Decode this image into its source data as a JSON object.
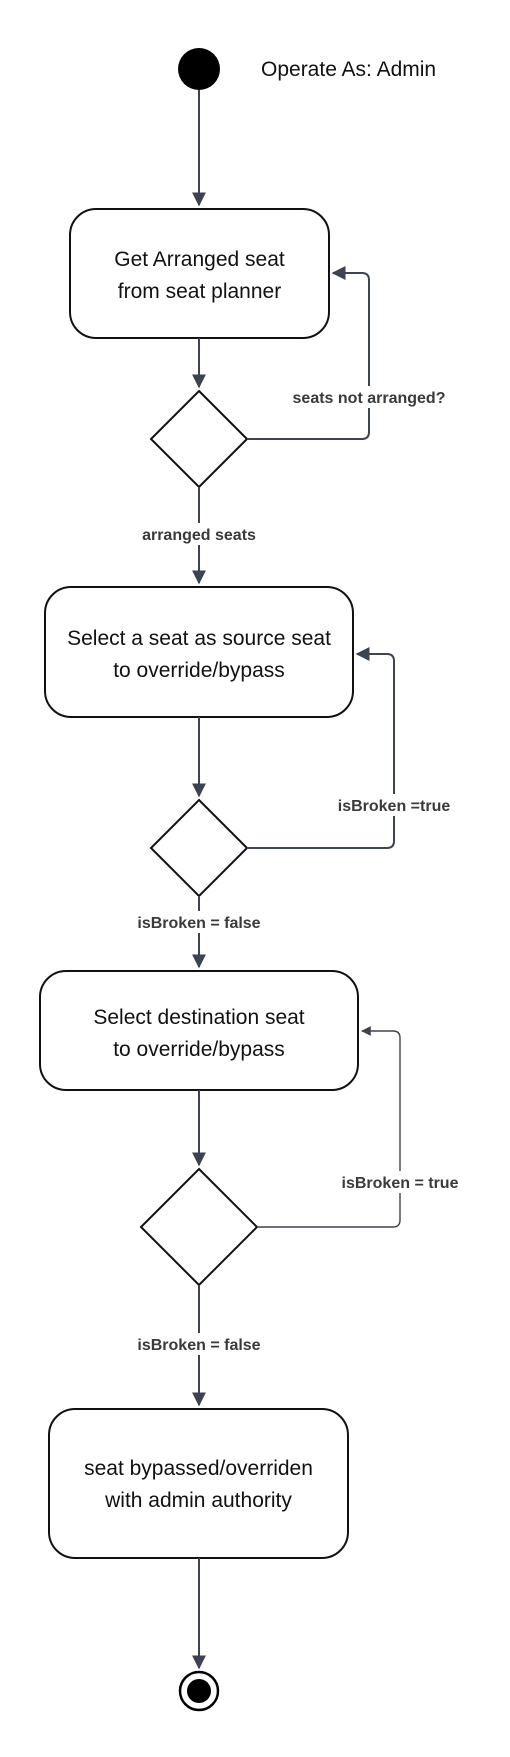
{
  "actor_label": "Operate As: Admin",
  "nodes": {
    "get_arranged": [
      "Get Arranged seat",
      "from seat planner"
    ],
    "select_source": [
      "Select a seat as source seat",
      "to override/bypass"
    ],
    "select_destination": [
      "Select destination seat",
      "to override/bypass"
    ],
    "bypassed": [
      "seat bypassed/overriden",
      "with admin authority"
    ]
  },
  "edges": {
    "not_arranged": "seats not arranged?",
    "arranged": "arranged seats",
    "source_broken": "isBroken =true",
    "source_ok": "isBroken = false",
    "dest_broken": "isBroken = true",
    "dest_ok": "isBroken = false"
  },
  "colors": {
    "stroke": "#111111",
    "connector": "#3d4450",
    "label": "#3a3a3a"
  }
}
